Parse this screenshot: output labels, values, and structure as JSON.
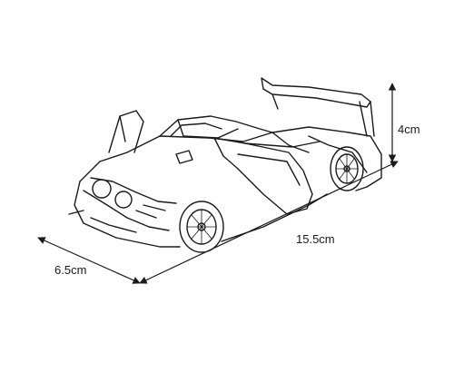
{
  "dimensions": {
    "height": "4cm",
    "length": "15.5cm",
    "width": "6.5cm"
  },
  "colors": {
    "line": "#1a1a1a",
    "background": "#ffffff"
  }
}
